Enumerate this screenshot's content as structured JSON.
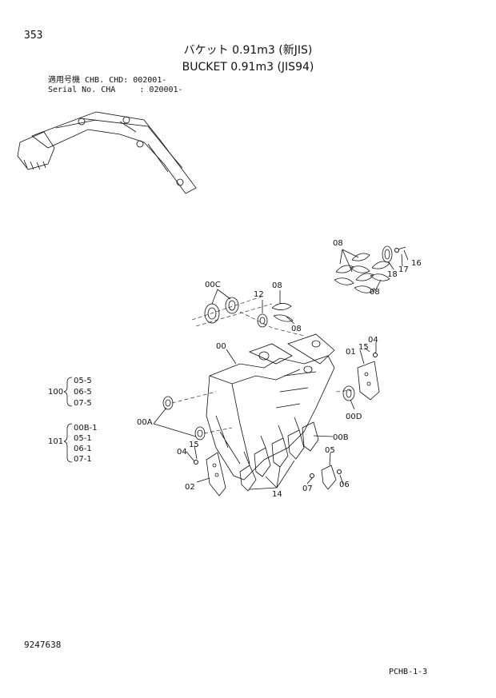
{
  "page_number": "353",
  "title_jp": "バケット 0.91m3 (新JIS)",
  "title_en": "BUCKET 0.91m3 (JIS94)",
  "applicability_line": "適用号機 CHB. CHD: 002001-",
  "serial_line": "Serial No. CHA     : 020001-",
  "document_number": "9247638",
  "page_ref": "PCHB-1-3",
  "callouts": {
    "c08a": "08",
    "c16": "16",
    "c17": "17",
    "c18": "18",
    "c08b": "08",
    "c00C": "00C",
    "c12": "12",
    "c08c": "08",
    "c08d": "08",
    "c00": "00",
    "c15a": "15",
    "c04a": "04",
    "c01": "01",
    "c00D": "00D",
    "c00A": "00A",
    "c00B": "00B",
    "c15b": "15",
    "c04b": "04",
    "c05": "05",
    "c02": "02",
    "c07": "07",
    "c06": "06",
    "c14": "14"
  },
  "kits": [
    {
      "id": "100",
      "items": [
        "05-5",
        "06-5",
        "07-5"
      ]
    },
    {
      "id": "101",
      "items": [
        "00B-1",
        "05-1",
        "06-1",
        "07-1"
      ]
    }
  ]
}
